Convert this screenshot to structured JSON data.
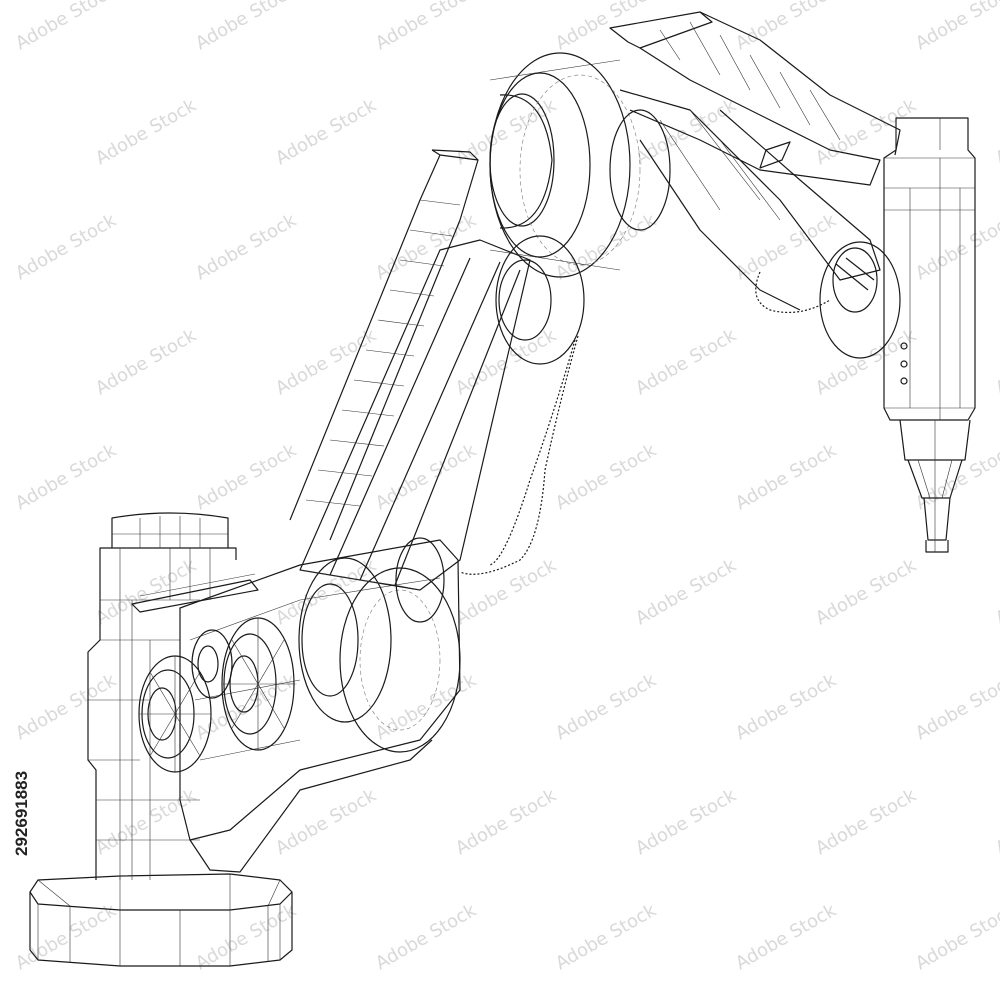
{
  "subject": "robotic-arm-wireframe",
  "stock_id": "292691883",
  "watermark_text": "Adobe Stock",
  "colors": {
    "line": "#1a1a1a",
    "background": "#ffffff",
    "watermark": "#d9d9d9"
  }
}
